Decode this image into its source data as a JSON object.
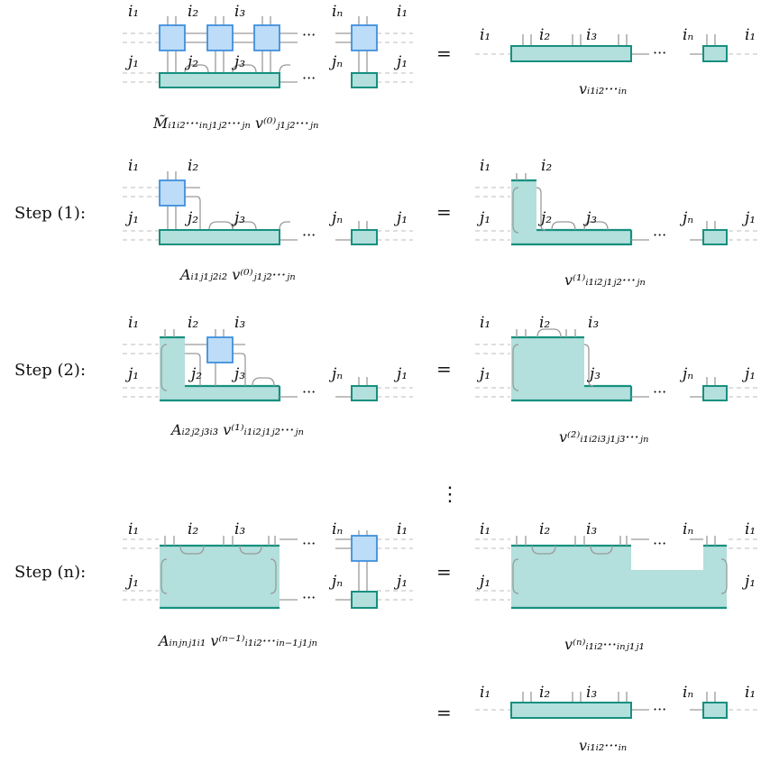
{
  "labels": {
    "i1": "i₁",
    "i2": "i₂",
    "i3": "i₃",
    "in": "iₙ",
    "j1": "j₁",
    "j2": "j₂",
    "j3": "j₃",
    "jn": "jₙ",
    "ellipsis": "···",
    "vdots": "⋮",
    "equals": "="
  },
  "row0": {
    "lhs_caption": "M̃ᵢ₁ᵢ₂···ᵢₙⱼ₁ⱼ₂···ⱼₙ v⁽⁰⁾ⱼ₁ⱼ₂···ⱼₙ",
    "rhs_caption": "vᵢ₁ᵢ₂···ᵢₙ"
  },
  "step1": {
    "label": "Step (1):",
    "lhs_caption": "Aᵢ₁ⱼ₁ⱼ₂ᵢ₂ v⁽⁰⁾ⱼ₁ⱼ₂···ⱼₙ",
    "rhs_caption": "v⁽¹⁾ᵢ₁ᵢ₂ⱼ₁ⱼ₂···ⱼₙ"
  },
  "step2": {
    "label": "Step (2):",
    "lhs_caption": "Aᵢ₂ⱼ₂ⱼ₃ᵢ₃ v⁽¹⁾ᵢ₁ᵢ₂ⱼ₁ⱼ₂···ⱼₙ",
    "rhs_caption": "v⁽²⁾ᵢ₁ᵢ₂ᵢ₃ⱼ₁ⱼ₃···ⱼₙ"
  },
  "stepn": {
    "label": "Step (n):",
    "lhs_caption": "Aᵢₙⱼₙⱼ₁ᵢ₁ v⁽ⁿ⁻¹⁾ᵢ₁ᵢ₂···ᵢₙ₋₁ⱼ₁ⱼₙ",
    "rhs_caption": "v⁽ⁿ⁾ᵢ₁ᵢ₂···ᵢₙⱼ₁ⱼ₁"
  },
  "final": {
    "rhs_caption": "vᵢ₁ᵢ₂···ᵢₙ"
  },
  "colors": {
    "teal_fill": "#b3dfdc",
    "teal_edge": "#16907f",
    "blue_fill": "#bcdcf7",
    "blue_edge": "#3f8fdc",
    "wire": "#9a9a9a"
  }
}
